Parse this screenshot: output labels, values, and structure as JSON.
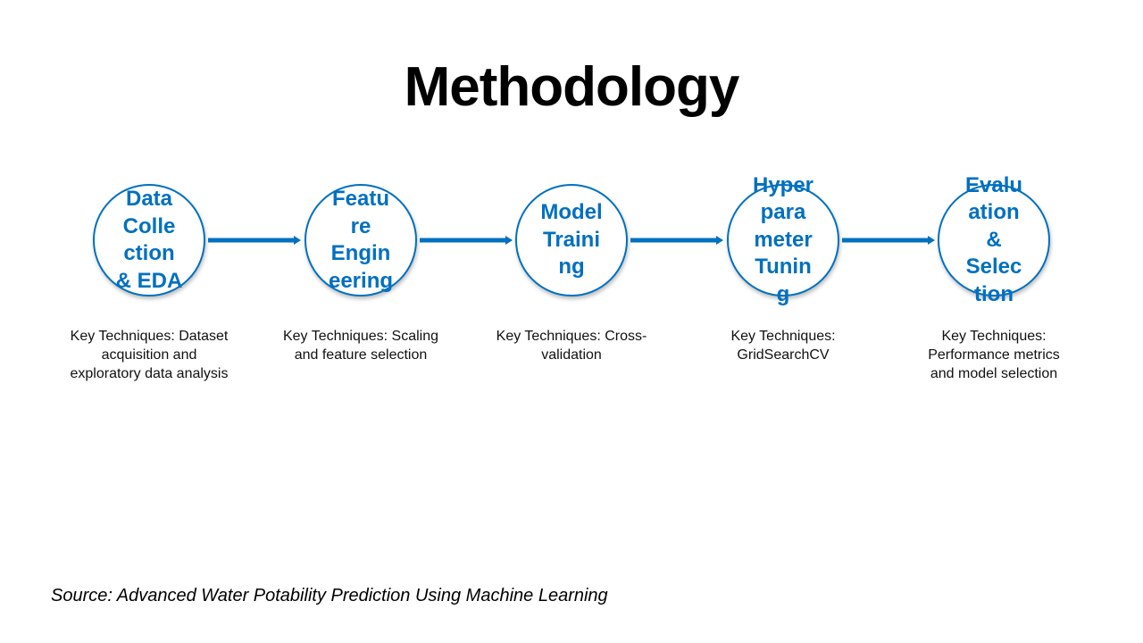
{
  "title": "Methodology",
  "colors": {
    "accent": "#0070c0"
  },
  "steps": [
    {
      "lines": [
        "Data",
        "Colle",
        "ction",
        "& EDA"
      ],
      "desc": [
        "Key Techniques: Dataset",
        "acquisition and",
        "exploratory data analysis"
      ]
    },
    {
      "lines": [
        "Featu",
        "re",
        "Engin",
        "eering"
      ],
      "desc": [
        "Key Techniques: Scaling",
        "and feature selection"
      ]
    },
    {
      "lines": [
        "Model",
        "Traini",
        "ng"
      ],
      "desc": [
        "Key Techniques: Cross-",
        "validation"
      ]
    },
    {
      "lines": [
        "Hyper",
        "para",
        "meter",
        "Tunin",
        "g"
      ],
      "desc": [
        "Key Techniques:",
        "GridSearchCV"
      ]
    },
    {
      "lines": [
        "Evalu",
        "ation",
        "&",
        "Selec",
        "tion"
      ],
      "desc": [
        "Key Techniques:",
        "Performance metrics",
        "and model selection"
      ]
    }
  ],
  "source": "Source: Advanced Water Potability Prediction Using Machine Learning"
}
